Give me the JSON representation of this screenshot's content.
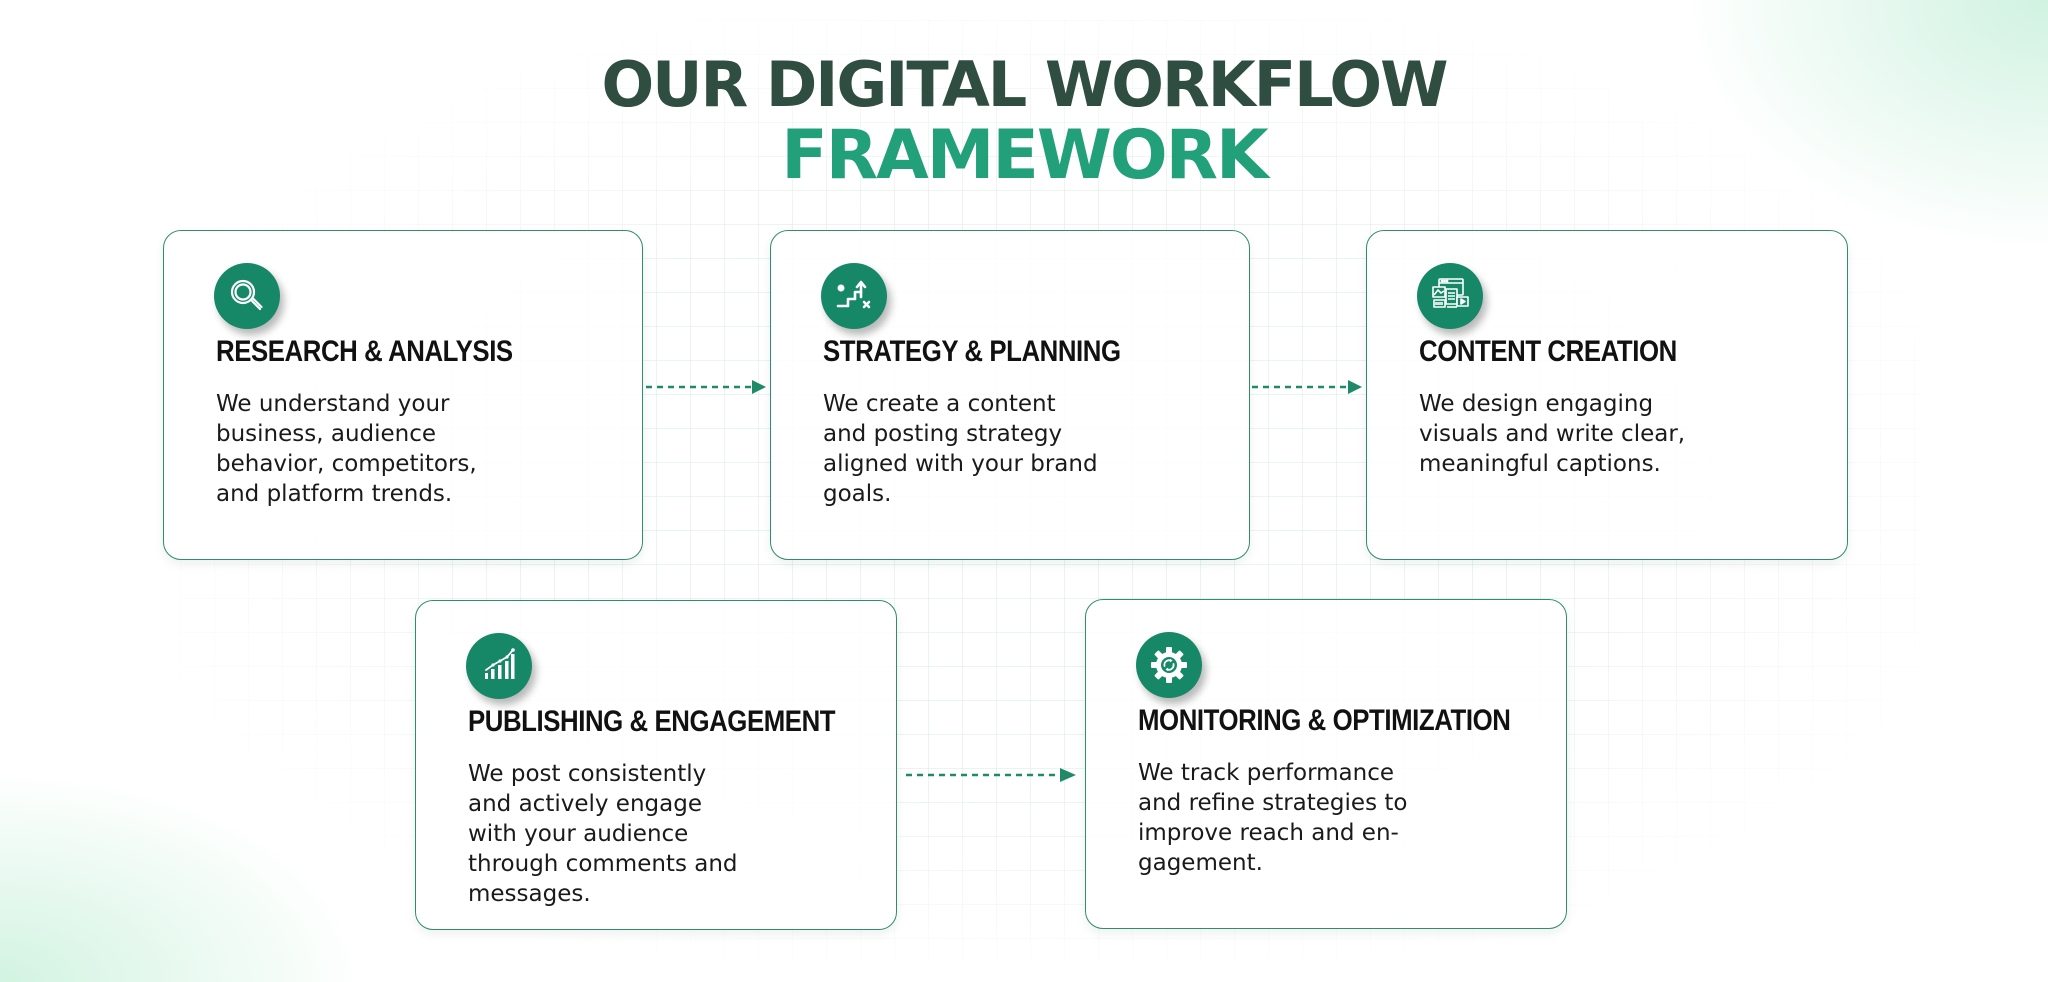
{
  "header": {
    "title_line1": "OUR DIGITAL WORKFLOW",
    "title_line2": "FRAMEWORK"
  },
  "colors": {
    "title_dark": "#2f4d40",
    "title_accent": "#22a07a",
    "icon_bg": "#168868",
    "border": "#2f8c6e"
  },
  "steps": [
    {
      "icon": "magnifier-search-icon",
      "title": "RESEARCH & ANALYSIS",
      "description": "We understand your\nbusiness, audience\nbehavior, competitors,\nand platform trends."
    },
    {
      "icon": "strategy-steps-icon",
      "title": "STRATEGY & PLANNING",
      "description": "We create a content\nand posting strategy\naligned with your brand\ngoals."
    },
    {
      "icon": "content-media-icon",
      "title": "CONTENT CREATION",
      "description": "We design engaging\nvisuals and write clear,\nmeaningful captions."
    },
    {
      "icon": "growth-chart-icon",
      "title": "PUBLISHING & ENGAGEMENT",
      "description": "We post consistently\nand actively engage\nwith your audience\nthrough comments and\nmessages."
    },
    {
      "icon": "gear-refresh-icon",
      "title": "MONITORING & OPTIMIZATION",
      "description": "We track performance\nand refine strategies to\nimprove reach and en-\ngagement."
    }
  ]
}
